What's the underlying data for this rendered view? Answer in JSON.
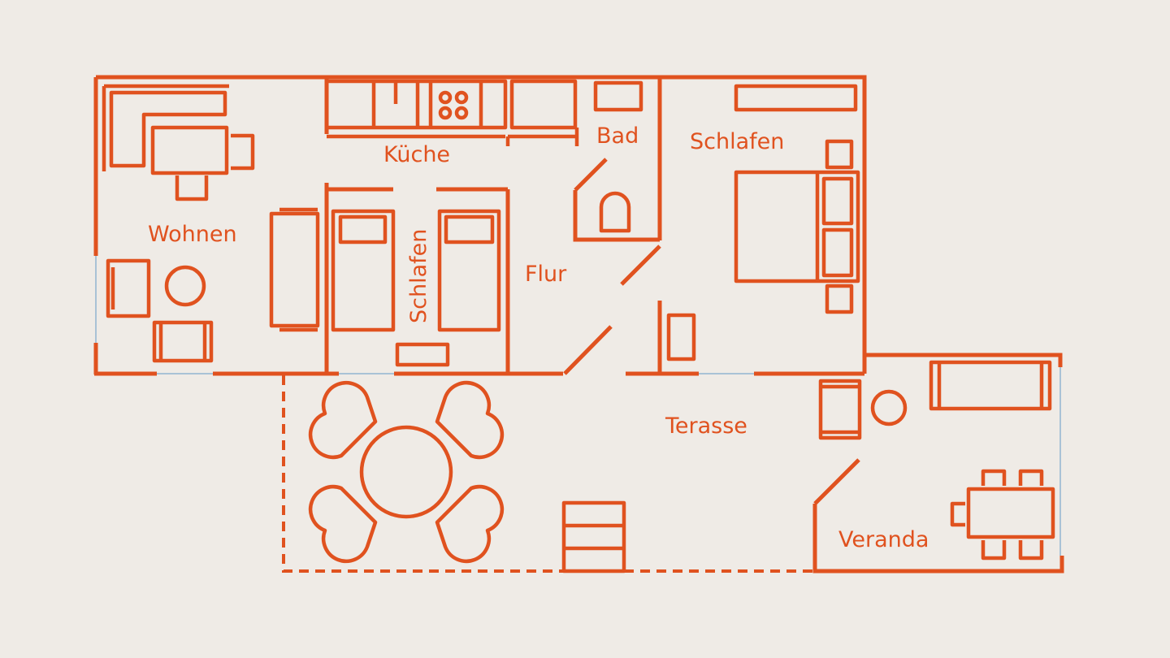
{
  "colors": {
    "background": "#efebe6",
    "line": "#e0521f",
    "glass": "#a9c2d6"
  },
  "rooms": {
    "wohnen": "Wohnen",
    "kueche": "Küche",
    "bad": "Bad",
    "schlafen_1": "Schlafen",
    "schlafen_2": "Schlafen",
    "flur": "Flur",
    "terasse": "Terasse",
    "veranda": "Veranda"
  }
}
